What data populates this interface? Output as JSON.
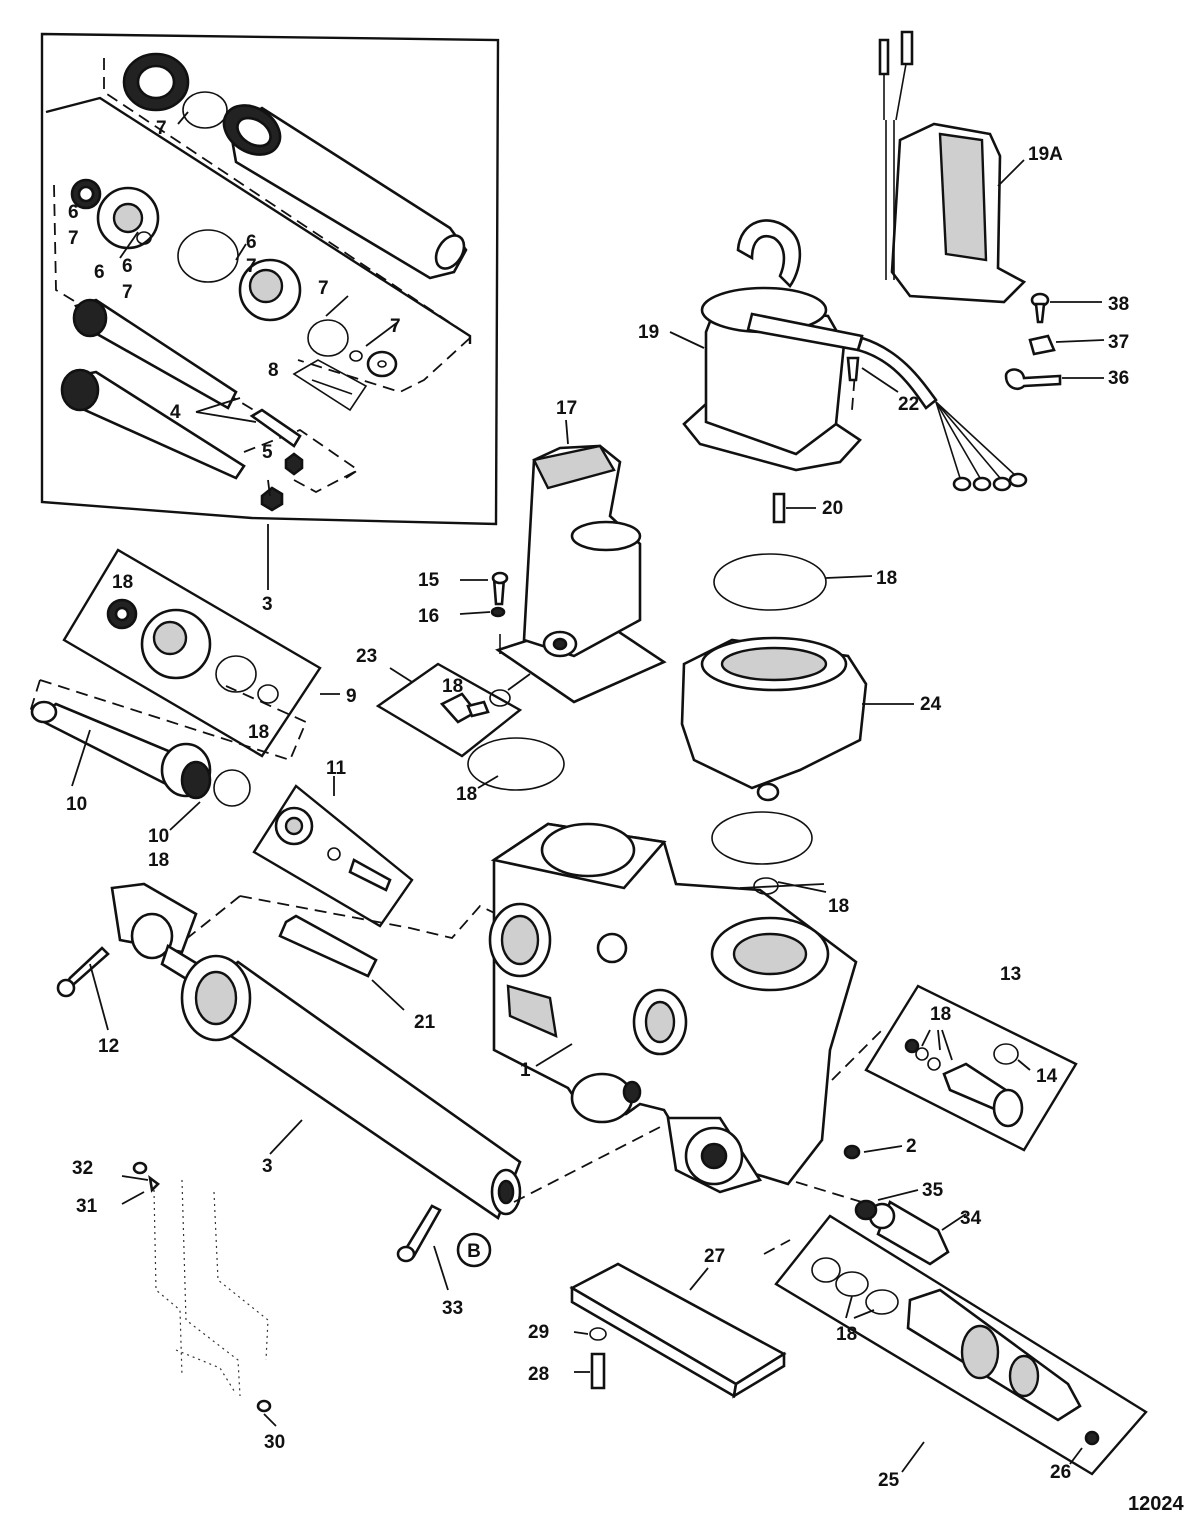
{
  "figure_number": "12024",
  "callout": "B",
  "labels": [
    {
      "id": "l1",
      "text": "1"
    },
    {
      "id": "l2",
      "text": "2"
    },
    {
      "id": "l3a",
      "text": "3"
    },
    {
      "id": "l3b",
      "text": "3"
    },
    {
      "id": "l4",
      "text": "4"
    },
    {
      "id": "l5",
      "text": "5"
    },
    {
      "id": "l6a",
      "text": "6"
    },
    {
      "id": "l7a",
      "text": "7"
    },
    {
      "id": "l6b",
      "text": "6"
    },
    {
      "id": "l6c",
      "text": "6"
    },
    {
      "id": "l7b",
      "text": "7"
    },
    {
      "id": "l6d",
      "text": "6"
    },
    {
      "id": "l7c",
      "text": "7"
    },
    {
      "id": "l7d",
      "text": "7"
    },
    {
      "id": "l7e",
      "text": "7"
    },
    {
      "id": "l7f",
      "text": "7"
    },
    {
      "id": "l8",
      "text": "8"
    },
    {
      "id": "l9",
      "text": "9"
    },
    {
      "id": "l10a",
      "text": "10"
    },
    {
      "id": "l10b",
      "text": "10"
    },
    {
      "id": "l18a",
      "text": "18"
    },
    {
      "id": "l11",
      "text": "11"
    },
    {
      "id": "l12",
      "text": "12"
    },
    {
      "id": "l13",
      "text": "13"
    },
    {
      "id": "l14",
      "text": "14"
    },
    {
      "id": "l15",
      "text": "15"
    },
    {
      "id": "l16",
      "text": "16"
    },
    {
      "id": "l17",
      "text": "17"
    },
    {
      "id": "l18b",
      "text": "18"
    },
    {
      "id": "l18c",
      "text": "18"
    },
    {
      "id": "l18d",
      "text": "18"
    },
    {
      "id": "l18e",
      "text": "18"
    },
    {
      "id": "l18f",
      "text": "18"
    },
    {
      "id": "l18g",
      "text": "18"
    },
    {
      "id": "l18h",
      "text": "18"
    },
    {
      "id": "l18i",
      "text": "18"
    },
    {
      "id": "l18j",
      "text": "18"
    },
    {
      "id": "l19",
      "text": "19"
    },
    {
      "id": "l19a",
      "text": "19A"
    },
    {
      "id": "l20",
      "text": "20"
    },
    {
      "id": "l21",
      "text": "21"
    },
    {
      "id": "l22",
      "text": "22"
    },
    {
      "id": "l23",
      "text": "23"
    },
    {
      "id": "l24",
      "text": "24"
    },
    {
      "id": "l25",
      "text": "25"
    },
    {
      "id": "l26",
      "text": "26"
    },
    {
      "id": "l27",
      "text": "27"
    },
    {
      "id": "l28",
      "text": "28"
    },
    {
      "id": "l29",
      "text": "29"
    },
    {
      "id": "l30",
      "text": "30"
    },
    {
      "id": "l31",
      "text": "31"
    },
    {
      "id": "l32",
      "text": "32"
    },
    {
      "id": "l33",
      "text": "33"
    },
    {
      "id": "l34",
      "text": "34"
    },
    {
      "id": "l35",
      "text": "35"
    },
    {
      "id": "l36",
      "text": "36"
    },
    {
      "id": "l37",
      "text": "37"
    },
    {
      "id": "l38",
      "text": "38"
    }
  ]
}
